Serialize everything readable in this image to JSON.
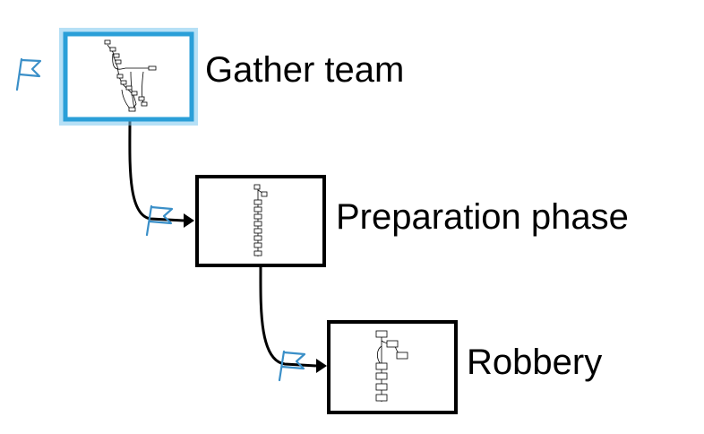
{
  "diagram": {
    "selected_color": "#2a9fd8",
    "selected_glow": "#7cc7ef",
    "border_color": "#000000",
    "flag_color": "#3a8fc8",
    "nodes": [
      {
        "label": "Gather team",
        "selected": true,
        "thumbnail": "branching-flow-thumbnail"
      },
      {
        "label": "Preparation phase",
        "selected": false,
        "thumbnail": "linear-flow-thumbnail"
      },
      {
        "label": "Robbery",
        "selected": false,
        "thumbnail": "small-branch-thumbnail"
      }
    ],
    "icons": {
      "start_flag": "flag-icon",
      "arrow": "arrowhead-icon"
    }
  }
}
